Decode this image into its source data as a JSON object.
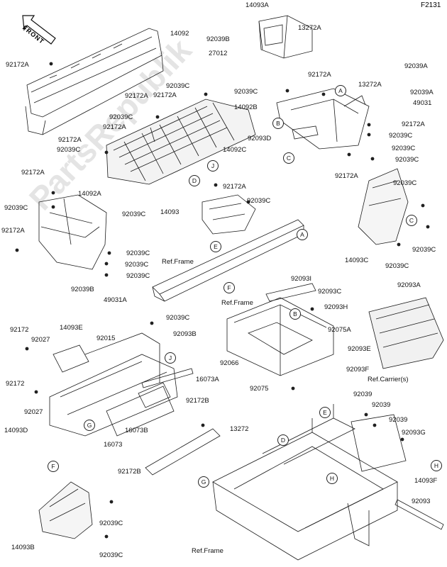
{
  "figure_code": "F2131",
  "front_label": "FRONT",
  "watermark": "PartsRepublik",
  "parts": [
    {
      "id": "p1",
      "label": "14093A"
    },
    {
      "id": "p2",
      "label": "13272A"
    },
    {
      "id": "p3",
      "label": "92039B"
    },
    {
      "id": "p4",
      "label": "27012"
    },
    {
      "id": "p5",
      "label": "14092"
    },
    {
      "id": "p6",
      "label": "92172A"
    },
    {
      "id": "p7",
      "label": "92172A"
    },
    {
      "id": "p8",
      "label": "92039C"
    },
    {
      "id": "p9",
      "label": "92172A"
    },
    {
      "id": "p10",
      "label": "92039C"
    },
    {
      "id": "p11",
      "label": "92172A"
    },
    {
      "id": "p12",
      "label": "92172A"
    },
    {
      "id": "p13",
      "label": "92039C"
    },
    {
      "id": "p14",
      "label": "14092C"
    },
    {
      "id": "p15",
      "label": "92172A"
    },
    {
      "id": "p16",
      "label": "92039C"
    },
    {
      "id": "p17",
      "label": "14092B"
    },
    {
      "id": "p18",
      "label": "13272A"
    },
    {
      "id": "p19",
      "label": "92039A"
    },
    {
      "id": "p20",
      "label": "92039A"
    },
    {
      "id": "p21",
      "label": "49031"
    },
    {
      "id": "p22",
      "label": "92172A"
    },
    {
      "id": "p23",
      "label": "92039C"
    },
    {
      "id": "p24",
      "label": "92093D"
    },
    {
      "id": "p25",
      "label": "92039C"
    },
    {
      "id": "p26",
      "label": "92039C"
    },
    {
      "id": "p27",
      "label": "92172A"
    },
    {
      "id": "p28",
      "label": "92039C"
    },
    {
      "id": "p29",
      "label": "92172A"
    },
    {
      "id": "p30",
      "label": "92039C"
    },
    {
      "id": "p31",
      "label": "14092A"
    },
    {
      "id": "p32",
      "label": "92039C"
    },
    {
      "id": "p33",
      "label": "92172A"
    },
    {
      "id": "p34",
      "label": "92172A"
    },
    {
      "id": "p35",
      "label": "14093"
    },
    {
      "id": "p36",
      "label": "92039C"
    },
    {
      "id": "p37",
      "label": "14093C"
    },
    {
      "id": "p38",
      "label": "92039C"
    },
    {
      "id": "p39",
      "label": "92039C"
    },
    {
      "id": "p40",
      "label": "92039C"
    },
    {
      "id": "p41",
      "label": "92039C"
    },
    {
      "id": "p42",
      "label": "92039C"
    },
    {
      "id": "p43",
      "label": "92039B"
    },
    {
      "id": "p44",
      "label": "49031A"
    },
    {
      "id": "p45",
      "label": "92039C"
    },
    {
      "id": "p46",
      "label": "92093B"
    },
    {
      "id": "p47",
      "label": "92093I"
    },
    {
      "id": "p48",
      "label": "92093C"
    },
    {
      "id": "p49",
      "label": "92093A"
    },
    {
      "id": "p50",
      "label": "92093H"
    },
    {
      "id": "p51",
      "label": "92075A"
    },
    {
      "id": "p52",
      "label": "92093E"
    },
    {
      "id": "p53",
      "label": "92093F"
    },
    {
      "id": "p54",
      "label": "92066"
    },
    {
      "id": "p55",
      "label": "92075"
    },
    {
      "id": "p56",
      "label": "92172"
    },
    {
      "id": "p57",
      "label": "92027"
    },
    {
      "id": "p58",
      "label": "14093E"
    },
    {
      "id": "p59",
      "label": "92015"
    },
    {
      "id": "p60",
      "label": "16073A"
    },
    {
      "id": "p61",
      "label": "92172"
    },
    {
      "id": "p62",
      "label": "92027"
    },
    {
      "id": "p63",
      "label": "14093D"
    },
    {
      "id": "p64",
      "label": "92172B"
    },
    {
      "id": "p65",
      "label": "13272"
    },
    {
      "id": "p66",
      "label": "16073B"
    },
    {
      "id": "p67",
      "label": "16073"
    },
    {
      "id": "p68",
      "label": "92172B"
    },
    {
      "id": "p69",
      "label": "92039"
    },
    {
      "id": "p70",
      "label": "92039"
    },
    {
      "id": "p71",
      "label": "92039"
    },
    {
      "id": "p72",
      "label": "92093G"
    },
    {
      "id": "p73",
      "label": "14093F"
    },
    {
      "id": "p74",
      "label": "92093"
    },
    {
      "id": "p75",
      "label": "92039C"
    },
    {
      "id": "p76",
      "label": "14093B"
    },
    {
      "id": "p77",
      "label": "92039C"
    }
  ],
  "refs": [
    {
      "id": "r1",
      "text": "Ref.Frame"
    },
    {
      "id": "r2",
      "text": "Ref.Frame"
    },
    {
      "id": "r3",
      "text": "Ref.Carrier(s)"
    },
    {
      "id": "r4",
      "text": "Ref.Frame"
    }
  ],
  "markers": [
    {
      "id": "m1",
      "letter": "A"
    },
    {
      "id": "m2",
      "letter": "B"
    },
    {
      "id": "m3",
      "letter": "C"
    },
    {
      "id": "m4",
      "letter": "D"
    },
    {
      "id": "m5",
      "letter": "J"
    },
    {
      "id": "m6",
      "letter": "E"
    },
    {
      "id": "m7",
      "letter": "A"
    },
    {
      "id": "m8",
      "letter": "C"
    },
    {
      "id": "m9",
      "letter": "F"
    },
    {
      "id": "m10",
      "letter": "B"
    },
    {
      "id": "m11",
      "letter": "J"
    },
    {
      "id": "m12",
      "letter": "G"
    },
    {
      "id": "m13",
      "letter": "E"
    },
    {
      "id": "m14",
      "letter": "D"
    },
    {
      "id": "m15",
      "letter": "H"
    },
    {
      "id": "m16",
      "letter": "H"
    },
    {
      "id": "m17",
      "letter": "G"
    },
    {
      "id": "m18",
      "letter": "F"
    }
  ]
}
